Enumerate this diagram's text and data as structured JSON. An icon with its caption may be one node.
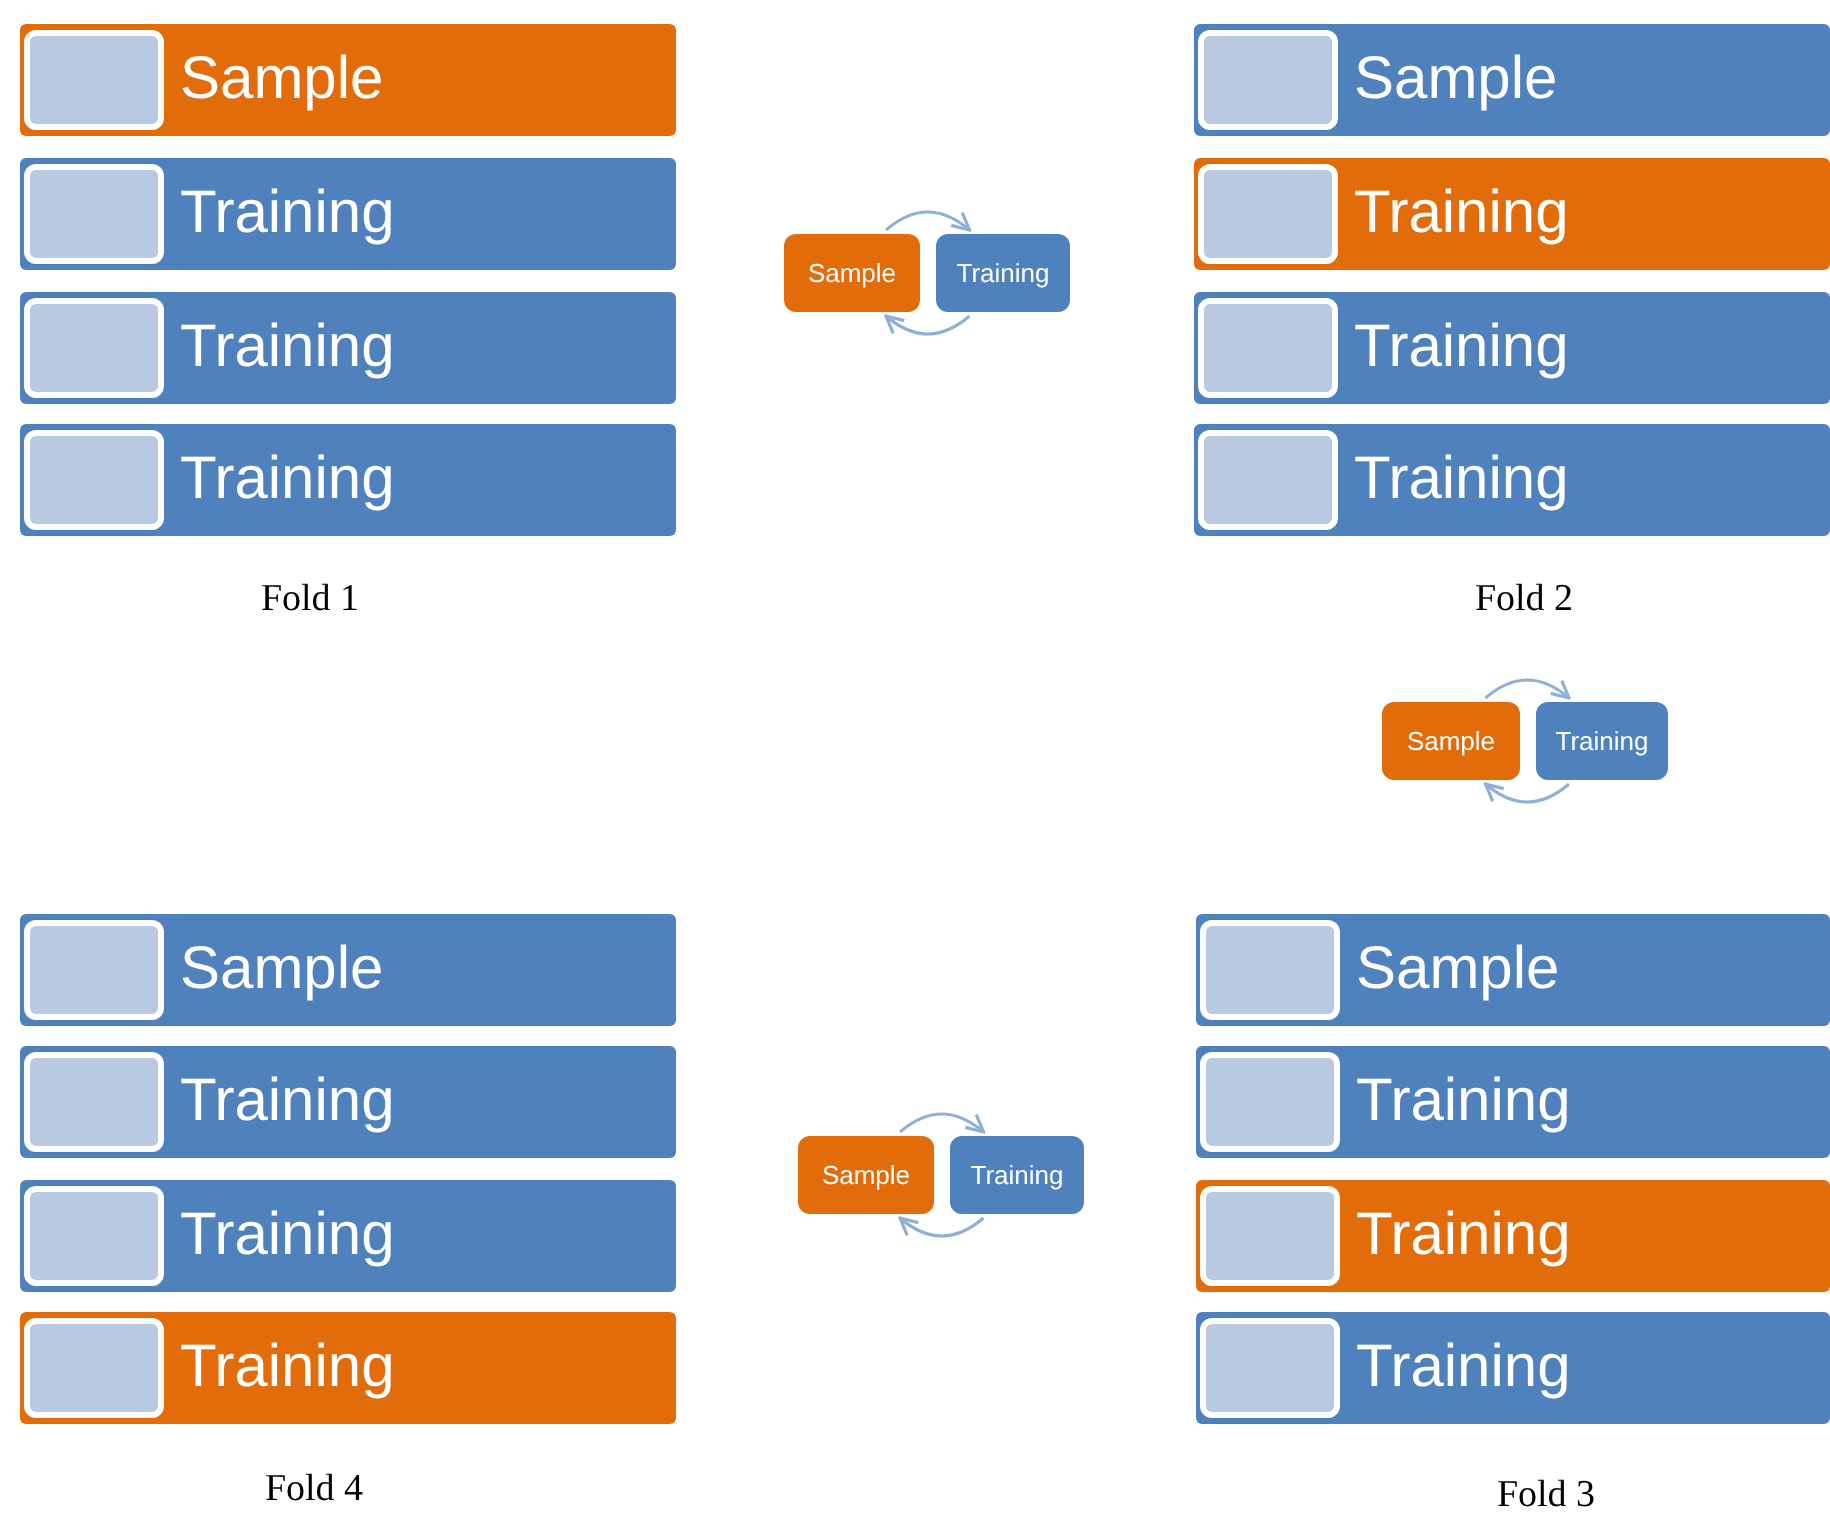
{
  "diagram": {
    "nodes": [
      {
        "text": [
          "Sample"
        ]
      },
      {
        "text": [
          "Training"
        ]
      },
      {
        "text": [
          "Training"
        ]
      },
      {
        "text": [
          "Training"
        ]
      },
      {
        "text": [
          "Sample"
        ]
      },
      {
        "text": [
          "Training"
        ]
      },
      {
        "text": [
          "Sample"
        ]
      },
      {
        "text": [
          "Training"
        ]
      },
      {
        "text": [
          "Training"
        ]
      },
      {
        "text": [
          "Training"
        ]
      },
      {
        "text": [
          "Sample"
        ]
      },
      {
        "text": [
          "Training"
        ]
      },
      {
        "text": [
          "Sample"
        ]
      },
      {
        "text": [
          "Training"
        ]
      },
      {
        "text": [
          "Training"
        ]
      },
      {
        "text": [
          "Training"
        ]
      },
      {
        "text": [
          "Sample"
        ]
      },
      {
        "text": [
          "Training"
        ]
      },
      {
        "text": [
          "Sample"
        ]
      },
      {
        "text": [
          "Training"
        ]
      },
      {
        "text": [
          "Training"
        ]
      },
      {
        "text": [
          "Training"
        ]
      }
    ],
    "edges": [
      {
        "from": 4,
        "to": 5,
        "arrow": "to"
      },
      {
        "from": 5,
        "to": 4,
        "arrow": "to"
      },
      {
        "from": 10,
        "to": 11,
        "arrow": "to"
      },
      {
        "from": 11,
        "to": 10,
        "arrow": "to"
      },
      {
        "from": 16,
        "to": 17,
        "arrow": "to"
      },
      {
        "from": 17,
        "to": 16,
        "arrow": "to"
      }
    ],
    "labels": [
      "Fold 1",
      "Fold 2",
      "Fold 4",
      "Fold 3"
    ]
  }
}
